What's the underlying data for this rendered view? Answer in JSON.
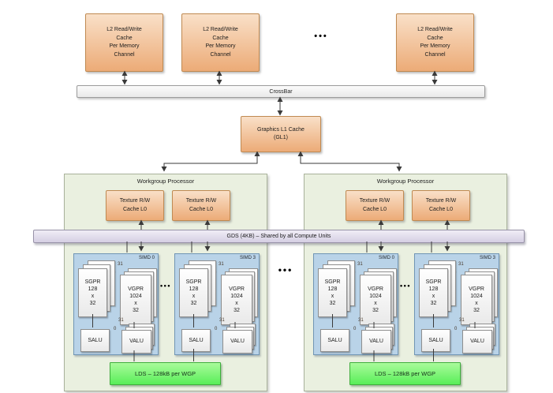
{
  "labels": {
    "l2": "L2 Read/Write\nCache\nPer Memory\nChannel",
    "crossbar": "CrossBar",
    "gl1": "Graphics L1 Cache\n(GL1)",
    "wgp_title": "Workgroup Processor",
    "texture": "Texture R/W\nCache L0",
    "gds": "GDS (4KB) – Shared by all Compute Units",
    "simd_first": "SIMD 0",
    "simd_last": "SIMD 3",
    "sgpr": "SGPR\n128\nx\n32",
    "vgpr": "VGPR\n1024\nx\n32",
    "salu": "SALU",
    "valu": "VALU",
    "reg_hi": "31",
    "reg_lo": "0",
    "lds": "LDS – 128kB per WGP",
    "ellipsis": "•••"
  },
  "colors": {
    "cache_fill_top": "#f9e0c8",
    "cache_fill_bottom": "#ecab77",
    "cache_border": "#c08a52",
    "crossbar_fill": "#fbfbfb",
    "crossbar_border": "#9b9b9b",
    "wgp_fill": "#eaf0e0",
    "wgp_border": "#a9b29b",
    "gds_fill_top": "#f0edf6",
    "gds_fill_bottom": "#d5cfe3",
    "gds_border": "#9892a8",
    "simd_fill": "#b9d3e8",
    "simd_border": "#7095b5",
    "page_fill": "#ffffff",
    "page_border": "#8e8e8e",
    "lds_fill_top": "#a9fb9b",
    "lds_fill_bottom": "#58ee58",
    "lds_border": "#3fae3c",
    "line": "#3a3a3a"
  }
}
